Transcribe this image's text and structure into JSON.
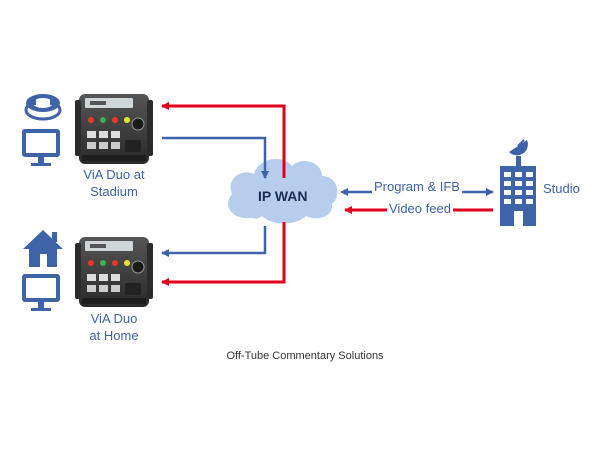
{
  "colors": {
    "accent_blue": "#3f63a8",
    "arrow_red": "#e3001b",
    "arrow_blue": "#3f63a8",
    "cloud": "#b7cdee",
    "device_body": "#3a3a3a"
  },
  "nodes": {
    "device_stadium": {
      "line1": "ViA Duo at",
      "line2": "Stadium"
    },
    "device_home": {
      "line1": "ViA Duo",
      "line2": "at Home"
    },
    "cloud": {
      "label": "IP WAN"
    },
    "studio": {
      "label": "Studio"
    }
  },
  "links": {
    "program_ifb": "Program & IFB",
    "video_feed": "Video feed"
  },
  "caption": "Off-Tube Commentary Solutions",
  "icons": [
    "stadium-icon",
    "monitor-icon",
    "house-icon",
    "monitor-icon",
    "building-icon",
    "satellite-dish-icon",
    "cloud-icon"
  ]
}
